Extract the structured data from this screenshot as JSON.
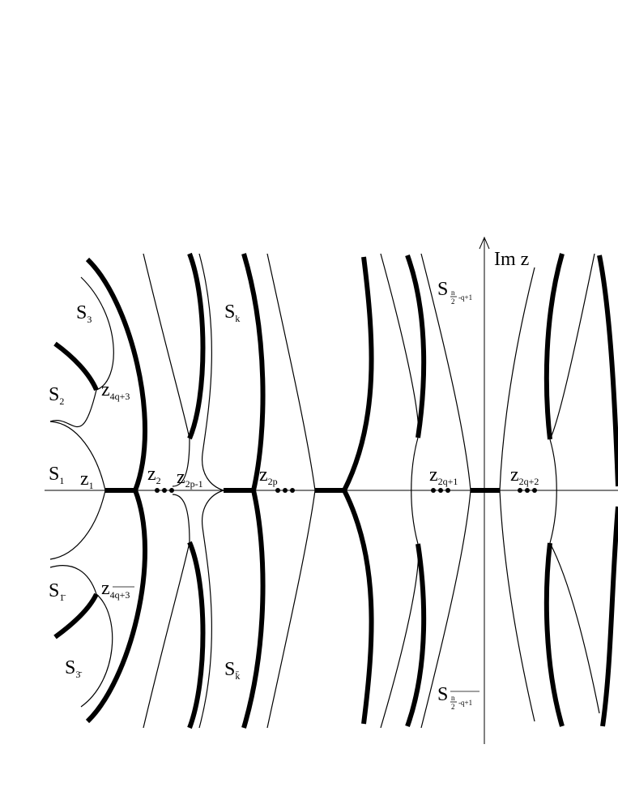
{
  "axis": {
    "im_label": "Im z"
  },
  "sectors": {
    "s3": {
      "main": "S",
      "sub": "3"
    },
    "s2": {
      "main": "S",
      "sub": "2"
    },
    "s1": {
      "main": "S",
      "sub": "1"
    },
    "s1bar": {
      "main": "S",
      "sub": "1̄"
    },
    "s3bar": {
      "main": "S",
      "sub": "3̄"
    },
    "sk": {
      "main": "S",
      "sub": "k"
    },
    "skbar": {
      "main": "S",
      "sub": "k̄"
    },
    "sn": {
      "main": "S",
      "frac_num": "n",
      "frac_den": "2",
      "rest": "-q+1"
    },
    "snbar": {
      "main": "S",
      "frac_num": "n",
      "frac_den": "2",
      "rest": "-q+1"
    }
  },
  "zeros": {
    "z1": {
      "main": "z",
      "sub": "1"
    },
    "z2": {
      "main": "z",
      "sub": "2"
    },
    "z2pm1": {
      "main": "z",
      "sub": "2p-1"
    },
    "z2p": {
      "main": "z",
      "sub": "2p"
    },
    "z2qp1": {
      "main": "z",
      "sub": "2q+1"
    },
    "z2qp2": {
      "main": "z",
      "sub": "2q+2"
    },
    "z4qp3": {
      "main": "z",
      "sub": "4q+3"
    },
    "z4qp3bar": {
      "main": "z",
      "sub": "4q+3"
    }
  }
}
